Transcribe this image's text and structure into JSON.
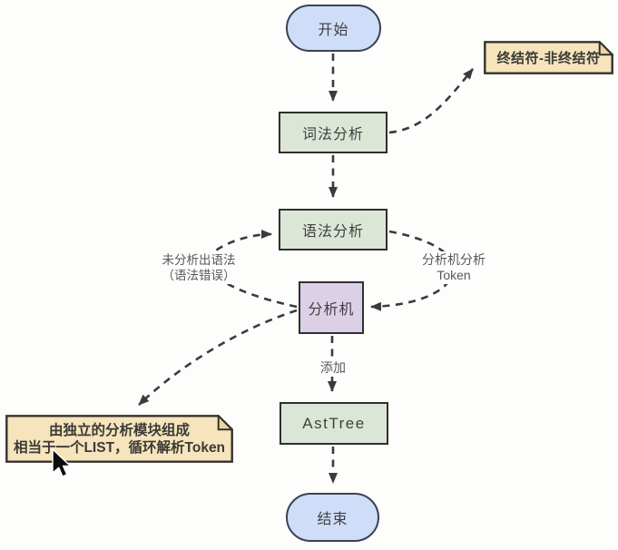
{
  "diagram": {
    "nodes": {
      "start": {
        "label": "开始",
        "shape": "rounded",
        "fill": "#CFDEF8"
      },
      "lexical": {
        "label": "词法分析",
        "shape": "rect",
        "fill": "#DCE6D6"
      },
      "syntax": {
        "label": "语法分析",
        "shape": "rect",
        "fill": "#DCE6D6"
      },
      "analyzer": {
        "label": "分析机",
        "shape": "rect",
        "fill": "#DCD0E6"
      },
      "asttree": {
        "label": "AstTree",
        "shape": "rect",
        "fill": "#DCE6D6"
      },
      "end": {
        "label": "结束",
        "shape": "rounded",
        "fill": "#CFDEF8"
      }
    },
    "notes": {
      "terminal": {
        "label": "终结符-非终结符",
        "fill": "#F6E4BC"
      },
      "module": {
        "line1": "由独立的分析模块组成",
        "line2": "相当于一个LIST，循环解析Token",
        "fill": "#F6E4BC"
      }
    },
    "edge_labels": {
      "syntax_error": {
        "line1": "未分析出语法",
        "line2": "（语法错误）"
      },
      "analyze_token": {
        "line1": "分析机分析",
        "line2": "Token"
      },
      "add": "添加"
    },
    "edges": [
      {
        "from": "start",
        "to": "lexical",
        "style": "dashed",
        "label": ""
      },
      {
        "from": "lexical",
        "to": "note-terminal",
        "style": "dashed",
        "label": ""
      },
      {
        "from": "lexical",
        "to": "syntax",
        "style": "dashed",
        "label": ""
      },
      {
        "from": "syntax",
        "to": "analyzer",
        "style": "dashed",
        "label": "分析机分析 Token"
      },
      {
        "from": "analyzer",
        "to": "syntax",
        "style": "dashed",
        "label": "未分析出语法（语法错误）"
      },
      {
        "from": "analyzer",
        "to": "note-module",
        "style": "dashed",
        "label": ""
      },
      {
        "from": "analyzer",
        "to": "asttree",
        "style": "dashed",
        "label": "添加"
      },
      {
        "from": "asttree",
        "to": "end",
        "style": "dashed",
        "label": ""
      }
    ],
    "colors": {
      "background": "#FDFDFC",
      "edge_stroke": "#3B3B3B",
      "node_text": "#3F4042",
      "label_text": "#595959",
      "note_fill": "#F6E4BC",
      "note_flap": "#EAD6A4",
      "green_fill": "#DCE6D6",
      "blue_fill": "#CFDEF8",
      "purple_fill": "#DCD0E6"
    }
  }
}
